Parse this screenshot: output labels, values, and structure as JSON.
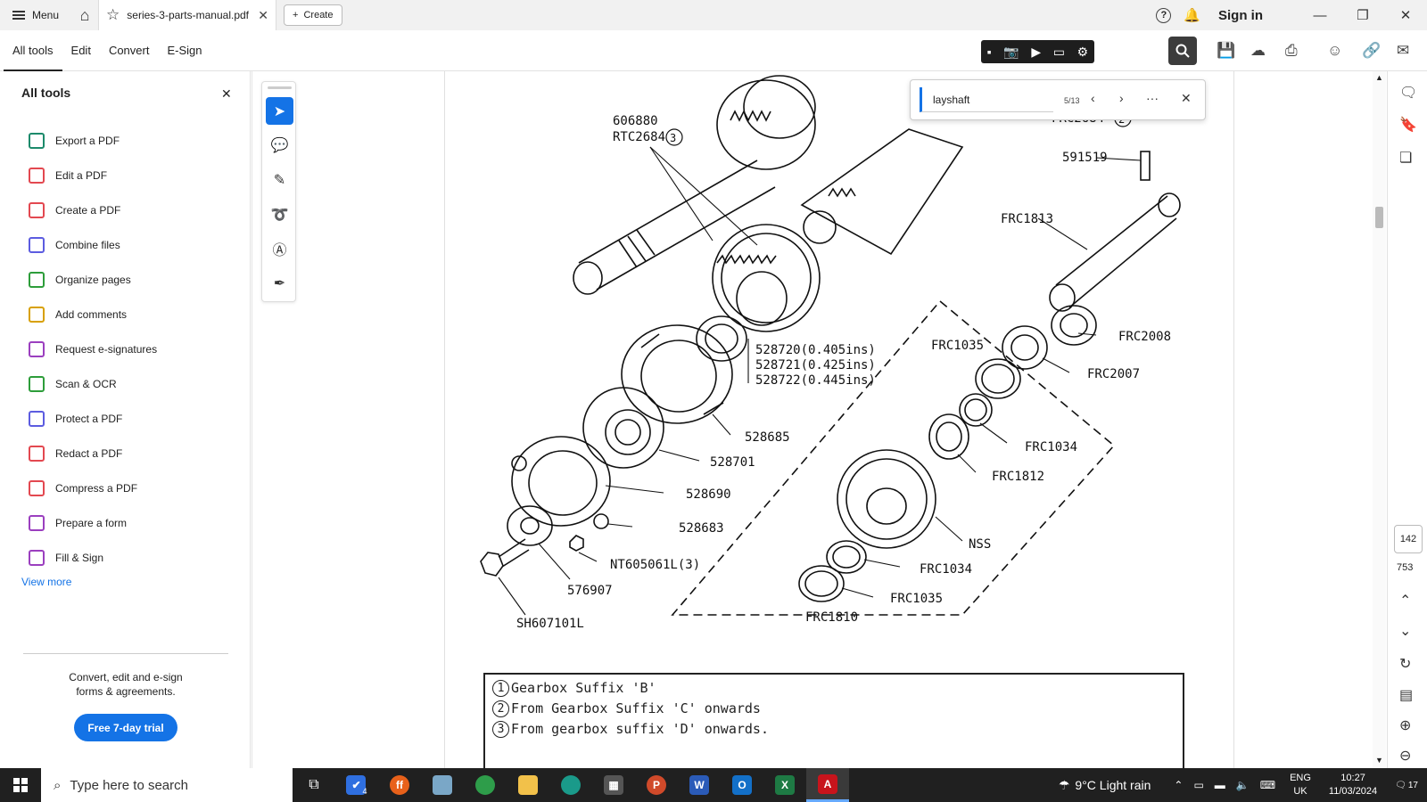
{
  "titlebar": {
    "menu_label": "Menu",
    "tab_title": "series-3-parts-manual.pdf",
    "create_label": "Create",
    "sign_in": "Sign in"
  },
  "toolbar": {
    "tabs": [
      "All tools",
      "Edit",
      "Convert",
      "E-Sign"
    ]
  },
  "left_panel": {
    "title": "All tools",
    "items": [
      {
        "label": "Export a PDF",
        "color": "#1c8a6b"
      },
      {
        "label": "Edit a PDF",
        "color": "#e34850"
      },
      {
        "label": "Create a PDF",
        "color": "#e34850"
      },
      {
        "label": "Combine files",
        "color": "#5c5ce0"
      },
      {
        "label": "Organize pages",
        "color": "#2d9d3a"
      },
      {
        "label": "Add comments",
        "color": "#d8a000"
      },
      {
        "label": "Request e-signatures",
        "color": "#9b3fbf"
      },
      {
        "label": "Scan & OCR",
        "color": "#2d9d3a"
      },
      {
        "label": "Protect a PDF",
        "color": "#5c5ce0"
      },
      {
        "label": "Redact a PDF",
        "color": "#e34850"
      },
      {
        "label": "Compress a PDF",
        "color": "#e34850"
      },
      {
        "label": "Prepare a form",
        "color": "#9b3fbf"
      },
      {
        "label": "Fill & Sign",
        "color": "#9b3fbf"
      }
    ],
    "view_more": "View more",
    "promo_line1": "Convert, edit and e-sign",
    "promo_line2": "forms & agreements.",
    "trial_button": "Free 7-day trial"
  },
  "find": {
    "query": "layshaft",
    "count": "5/13"
  },
  "diagram_labels": {
    "l1": "606880",
    "l2": "RTC2684",
    "l2c": "3",
    "l3": "FRC2684",
    "l3c": "2",
    "l4": "591519",
    "l5": "FRC1813",
    "l6": "528720(0.405ins)",
    "l7": "528721(0.425ins)",
    "l8": "528722(0.445ins)",
    "l9": "FRC1035",
    "l10": "FRC2008",
    "l11": "FRC2007",
    "l12": "528685",
    "l13": "528701",
    "l14": "528690",
    "l15": "528683",
    "l16": "NT605061L(3)",
    "l17": "576907",
    "l18": "SH607101L",
    "l19": "FRC1034",
    "l20": "FRC1812",
    "l21": "NSS",
    "l22": "FRC1034",
    "l23": "FRC1035",
    "l24": "FRC1810"
  },
  "legend": [
    {
      "num": "1",
      "text": "Gearbox Suffix 'B'"
    },
    {
      "num": "2",
      "text": "From Gearbox Suffix 'C' onwards"
    },
    {
      "num": "3",
      "text": "From gearbox suffix 'D' onwards."
    }
  ],
  "navigation": {
    "current_page": "142",
    "total_pages": "753"
  },
  "taskbar": {
    "search_placeholder": "Type here to search",
    "task_badge": "4",
    "weather": "9°C  Light rain",
    "lang_line1": "ENG",
    "lang_line2": "UK",
    "time": "10:27",
    "date": "11/03/2024",
    "notif_count": "17"
  }
}
